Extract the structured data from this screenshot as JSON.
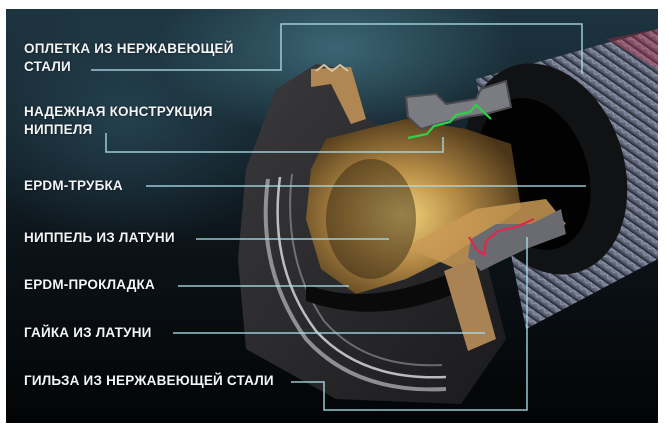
{
  "diagram": {
    "subject": "Brass nut hose fitting cross-section",
    "colors": {
      "background_top": "#1d3440",
      "background_bottom": "#030405",
      "leader_line": "#a9dbe6",
      "label_text": "#f2f4f5",
      "brass": "#b58a4a",
      "epdm_rubber": "#0c0c0c",
      "steel_gray": "#6e6f73",
      "green_highlight": "#2fd14a",
      "red_highlight": "#e0294a"
    },
    "labels": [
      {
        "id": "braid",
        "line1": "ОПЛЕТКА ИЗ НЕРЖАВЕЮЩЕЙ",
        "line2": "СТАЛИ"
      },
      {
        "id": "nipple-design",
        "line1": "НАДЕЖНАЯ КОНСТРУКЦИЯ",
        "line2": "НИППЕЛЯ"
      },
      {
        "id": "epdm-tube",
        "line1": "EPDM-ТРУБКА"
      },
      {
        "id": "brass-nipple",
        "line1": "НИППЕЛЬ ИЗ ЛАТУНИ"
      },
      {
        "id": "epdm-gasket",
        "line1": "EPDM-ПРОКЛАДКА"
      },
      {
        "id": "brass-nut",
        "line1": "ГАЙКА ИЗ ЛАТУНИ"
      },
      {
        "id": "steel-sleeve",
        "line1": "ГИЛЬЗА ИЗ НЕРЖАВЕЮЩЕЙ СТАЛИ"
      }
    ]
  }
}
